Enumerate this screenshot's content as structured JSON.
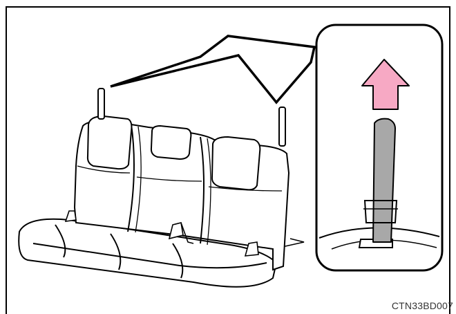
{
  "figure": {
    "code": "CTN33BD007",
    "colors": {
      "line": "#000000",
      "strap": "#a8a8a8",
      "arrow": "#f7a9c4",
      "background": "#ffffff"
    },
    "icons": [
      "rear-seat",
      "tether-strap",
      "up-arrow",
      "callout-inset"
    ]
  }
}
